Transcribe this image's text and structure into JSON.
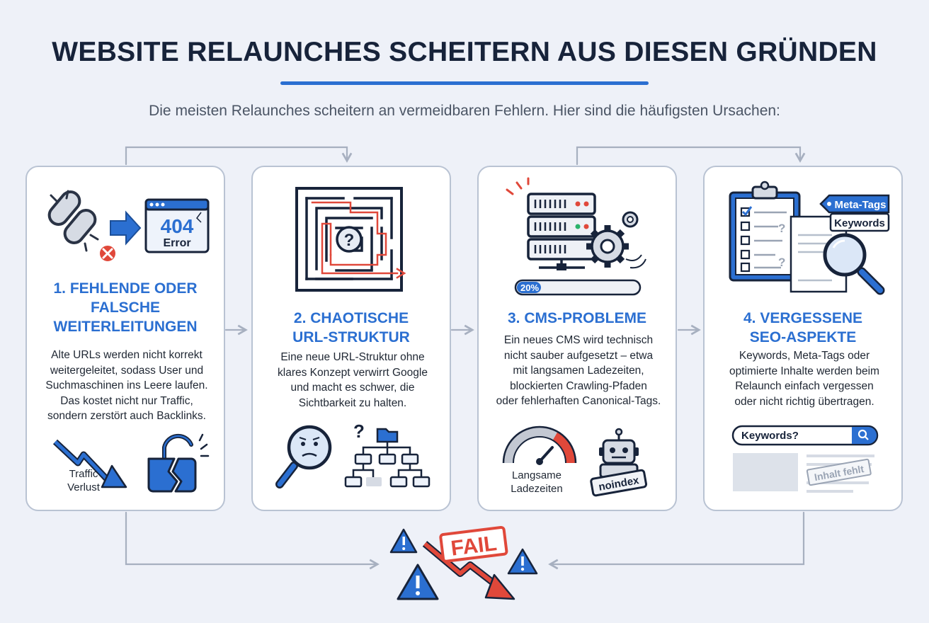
{
  "header": {
    "title": "WEBSITE RELAUNCHES SCHEITERN AUS DIESEN GRÜNDEN",
    "subtitle": "Die meisten Relaunches scheitern an vermeidbaren Fehlern. Hier sind die häufigsten Ursachen:"
  },
  "cards": [
    {
      "title_lines": [
        "1. FEHLENDE ODER",
        "FALSCHE",
        "WEITERLEITUNGEN"
      ],
      "text_lines": [
        "Alte URLs werden nicht korrekt",
        "weitergeleitet, sodass User und",
        "Suchmaschinen ins Leere laufen.",
        "Das kostet nicht nur Traffic,",
        "sondern zerstört auch Backlinks."
      ],
      "error_code": "404",
      "error_word": "Error",
      "traffic_label_1": "Traffic",
      "traffic_label_2": "Verlust"
    },
    {
      "title_lines": [
        "2. CHAOTISCHE",
        "URL-STRUKTUR"
      ],
      "text_lines": [
        "Eine neue URL-Struktur ohne",
        "klares Konzept verwirrt Google",
        "und macht es schwer, die",
        "Sichtbarkeit zu halten."
      ]
    },
    {
      "title_lines": [
        "3. CMS-PROBLEME"
      ],
      "text_lines": [
        "Ein neues CMS wird technisch",
        "nicht sauber aufgesetzt – etwa",
        "mit langsamen Ladezeiten,",
        "blockierten Crawling-Pfaden",
        "oder fehlerhaften Canonical-Tags."
      ],
      "progress_label": "20%",
      "progress": 0.2,
      "gauge_label_1": "Langsame",
      "gauge_label_2": "Ladezeiten",
      "robot_tag": "noindex"
    },
    {
      "title_lines": [
        "4. VERGESSENE",
        "SEO-ASPEKTE"
      ],
      "text_lines": [
        "Keywords, Meta-Tags oder",
        "optimierte Inhalte werden beim",
        "Relaunch einfach vergessen",
        "oder nicht richtig übertragen."
      ],
      "tag_meta": "Meta-Tags",
      "tag_keywords": "Keywords",
      "search_placeholder": "Keywords?",
      "missing_label": "Inhalt fehlt"
    }
  ],
  "fail_label": "FAIL",
  "colors": {
    "accent": "#2b6fd1",
    "dark": "#17233a",
    "red": "#e0483a",
    "border": "#b9c3d3",
    "connector": "#a7b0c0"
  }
}
